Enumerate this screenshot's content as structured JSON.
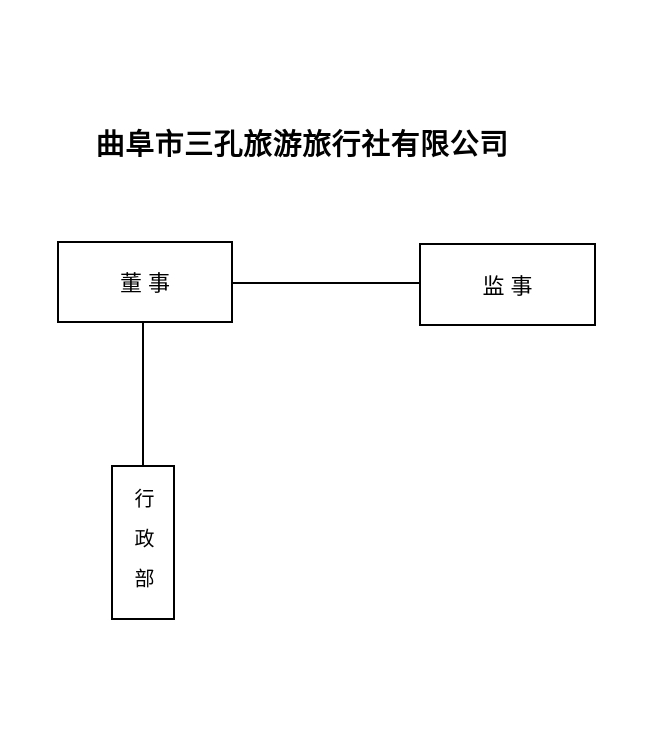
{
  "page": {
    "background_color": "#ffffff",
    "line_color": "#000000"
  },
  "title": {
    "text": "曲阜市三孔旅游旅行社有限公司"
  },
  "org_chart": {
    "nodes": [
      {
        "id": "director",
        "label": "董事",
        "orientation": "horizontal"
      },
      {
        "id": "supervisor",
        "label": "监事",
        "orientation": "horizontal"
      },
      {
        "id": "admin-dept",
        "label": "行政部",
        "orientation": "vertical"
      }
    ],
    "edges": [
      {
        "from": "director",
        "to": "supervisor",
        "type": "horizontal"
      },
      {
        "from": "director",
        "to": "admin-dept",
        "type": "vertical"
      }
    ]
  }
}
